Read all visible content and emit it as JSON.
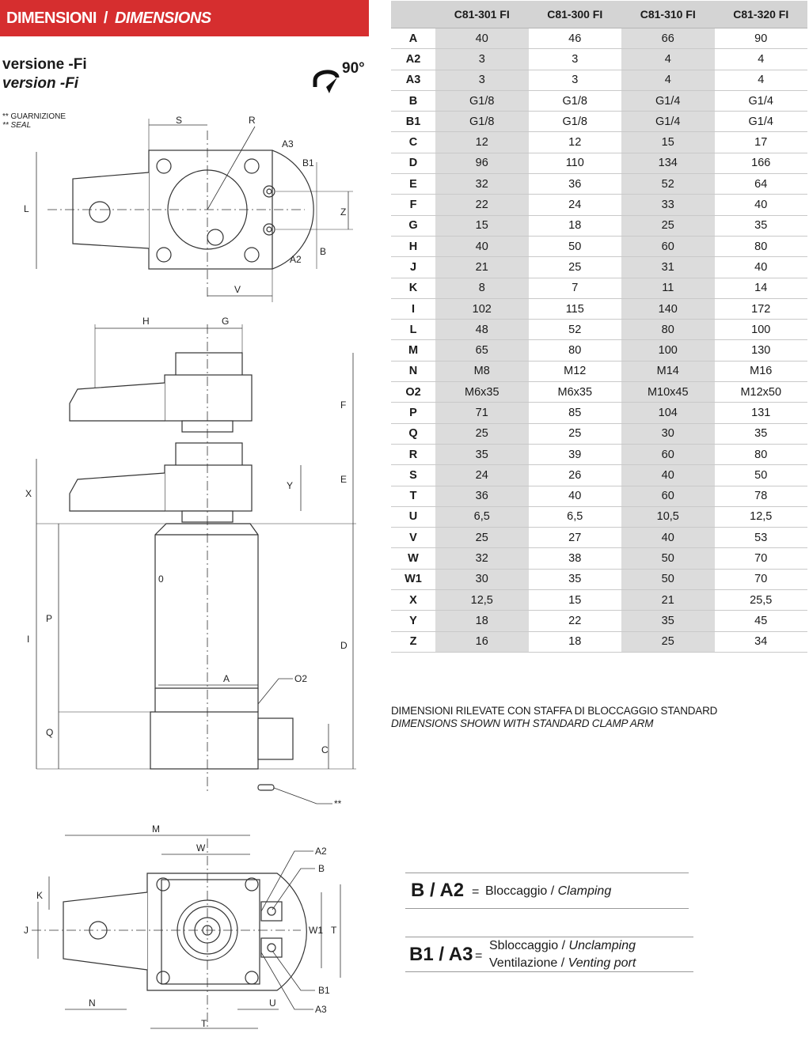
{
  "header": {
    "title_it": "DIMENSIONI",
    "separator": "/",
    "title_en": "DIMENSIONS"
  },
  "version": {
    "it": "versione -Fi",
    "en": "version -Fi"
  },
  "rotation": {
    "label": "90°"
  },
  "seal_note": {
    "it": "** GUARNIZIONE",
    "en": "** SEAL"
  },
  "table": {
    "columns": [
      "",
      "C81-301 FI",
      "C81-300 FI",
      "C81-310 FI",
      "C81-320 FI"
    ],
    "rows": [
      [
        "A",
        "40",
        "46",
        "66",
        "90"
      ],
      [
        "A2",
        "3",
        "3",
        "4",
        "4"
      ],
      [
        "A3",
        "3",
        "3",
        "4",
        "4"
      ],
      [
        "B",
        "G1/8",
        "G1/8",
        "G1/4",
        "G1/4"
      ],
      [
        "B1",
        "G1/8",
        "G1/8",
        "G1/4",
        "G1/4"
      ],
      [
        "C",
        "12",
        "12",
        "15",
        "17"
      ],
      [
        "D",
        "96",
        "110",
        "134",
        "166"
      ],
      [
        "E",
        "32",
        "36",
        "52",
        "64"
      ],
      [
        "F",
        "22",
        "24",
        "33",
        "40"
      ],
      [
        "G",
        "15",
        "18",
        "25",
        "35"
      ],
      [
        "H",
        "40",
        "50",
        "60",
        "80"
      ],
      [
        "J",
        "21",
        "25",
        "31",
        "40"
      ],
      [
        "K",
        "8",
        "7",
        "11",
        "14"
      ],
      [
        "I",
        "102",
        "115",
        "140",
        "172"
      ],
      [
        "L",
        "48",
        "52",
        "80",
        "100"
      ],
      [
        "M",
        "65",
        "80",
        "100",
        "130"
      ],
      [
        "N",
        "M8",
        "M12",
        "M14",
        "M16"
      ],
      [
        "O2",
        "M6x35",
        "M6x35",
        "M10x45",
        "M12x50"
      ],
      [
        "P",
        "71",
        "85",
        "104",
        "131"
      ],
      [
        "Q",
        "25",
        "25",
        "30",
        "35"
      ],
      [
        "R",
        "35",
        "39",
        "60",
        "80"
      ],
      [
        "S",
        "24",
        "26",
        "40",
        "50"
      ],
      [
        "T",
        "36",
        "40",
        "60",
        "78"
      ],
      [
        "U",
        "6,5",
        "6,5",
        "10,5",
        "12,5"
      ],
      [
        "V",
        "25",
        "27",
        "40",
        "53"
      ],
      [
        "W",
        "32",
        "38",
        "50",
        "70"
      ],
      [
        "W1",
        "30",
        "35",
        "50",
        "70"
      ],
      [
        "X",
        "12,5",
        "15",
        "21",
        "25,5"
      ],
      [
        "Y",
        "18",
        "22",
        "35",
        "45"
      ],
      [
        "Z",
        "16",
        "18",
        "25",
        "34"
      ]
    ]
  },
  "note": {
    "it": "DIMENSIONI RILEVATE CON STAFFA DI BLOCCAGGIO STANDARD",
    "en": "DIMENSIONS SHOWN WITH STANDARD CLAMP ARM"
  },
  "legend": {
    "clamping": {
      "key": "B / A2",
      "eq": "=",
      "it": "Bloccaggio /",
      "en": "Clamping"
    },
    "unclamping": {
      "key": "B1 / A3",
      "eq": "=",
      "it1": "Sbloccaggio /",
      "en1": "Unclamping",
      "it2": "Ventilazione /",
      "en2": "Venting port"
    }
  },
  "drawing_labels": {
    "top_view": [
      "S",
      "R",
      "A3",
      "B1",
      "Z",
      "B",
      "A2",
      "L",
      "V"
    ],
    "side_view": [
      "H",
      "G",
      "F",
      "E",
      "X",
      "Y",
      "D",
      "I",
      "P",
      "Q",
      "A",
      "O2",
      "C",
      "0",
      "**"
    ],
    "bottom_view": [
      "M",
      "W",
      "A2",
      "B",
      "K",
      "J",
      "W1",
      "T",
      "N",
      "U",
      "T",
      "B1",
      "A3"
    ]
  },
  "colors": {
    "banner": "#d62e2f",
    "table_header": "#d4d4d4",
    "table_shade": "#dcdcdc"
  }
}
